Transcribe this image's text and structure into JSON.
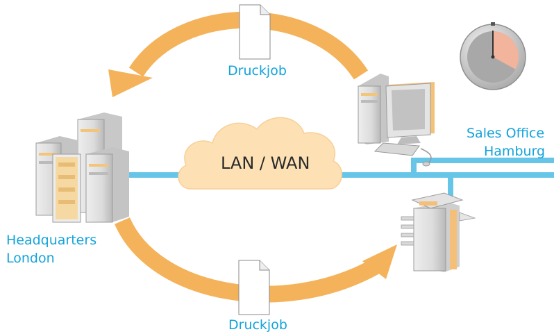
{
  "diagram": {
    "cloud_label": "LAN / WAN",
    "top_job_label": "Druckjob",
    "bottom_job_label": "Druckjob",
    "hq_label_line1": "Headquarters",
    "hq_label_line2": "London",
    "office_label_line1": "Sales Office",
    "office_label_line2": "Hamburg"
  },
  "colors": {
    "accent_text": "#12a3dc",
    "network_line": "#67c6e8",
    "arrow": "#f4b35a",
    "cloud": "#fde1b4",
    "clock_elapsed": "#f2b49c"
  },
  "clock": {
    "elapsed_fraction": 0.33
  },
  "icons": [
    "server-cluster-icon",
    "desktop-computer-icon",
    "printer-copier-icon",
    "document-icon",
    "clock-icon",
    "cloud-icon"
  ]
}
